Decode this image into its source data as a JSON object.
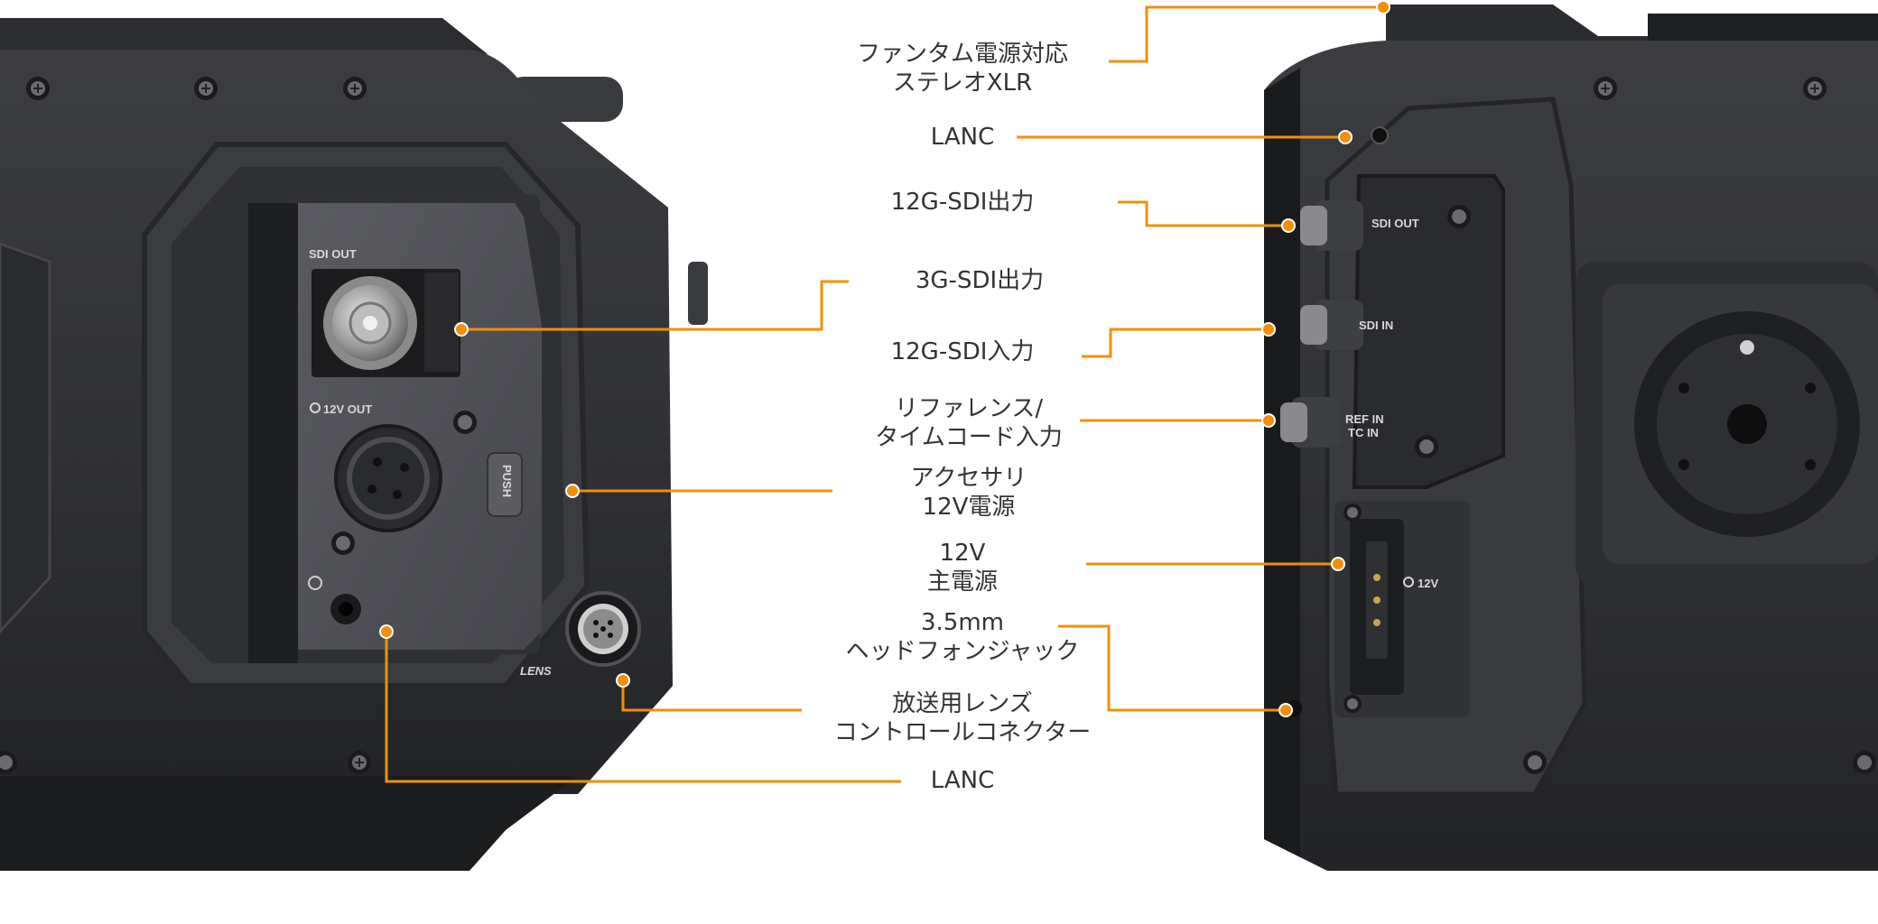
{
  "colors": {
    "leader": "#f0900a",
    "label_text": "#333333",
    "body_dark": "#2a2b2e",
    "body_mid": "#36373b",
    "body_light": "#46474b",
    "panel": "#515257"
  },
  "left_view": {
    "silkscreen": {
      "sdi_out": "SDI OUT",
      "power_out": "12V OUT",
      "push": "PUSH",
      "lens": "LENS"
    }
  },
  "right_view": {
    "silkscreen": {
      "sdi_out": "SDI OUT",
      "sdi_in": "SDI IN",
      "ref_in_1": "REF IN",
      "ref_in_2": "TC IN",
      "power_in": "12V"
    }
  },
  "labels": [
    {
      "id": "xlr",
      "lines": [
        "ファンタム電源対応",
        "ステレオXLR"
      ]
    },
    {
      "id": "lanc-top",
      "lines": [
        "LANC"
      ]
    },
    {
      "id": "sdi-12g-out",
      "lines": [
        "12G-SDI出力"
      ]
    },
    {
      "id": "sdi-3g-out",
      "lines": [
        "3G-SDI出力"
      ]
    },
    {
      "id": "sdi-12g-in",
      "lines": [
        "12G-SDI入力"
      ]
    },
    {
      "id": "ref-tc-in",
      "lines": [
        "リファレンス/",
        "タイムコード入力"
      ]
    },
    {
      "id": "acc-12v",
      "lines": [
        "アクセサリ",
        "12V電源"
      ]
    },
    {
      "id": "main-12v",
      "lines": [
        "12V",
        "主電源"
      ]
    },
    {
      "id": "headphone",
      "lines": [
        "3.5mm",
        "ヘッドフォンジャック"
      ]
    },
    {
      "id": "lens-ctrl",
      "lines": [
        "放送用レンズ",
        "コントロールコネクター"
      ]
    },
    {
      "id": "lanc-bottom",
      "lines": [
        "LANC"
      ]
    }
  ]
}
